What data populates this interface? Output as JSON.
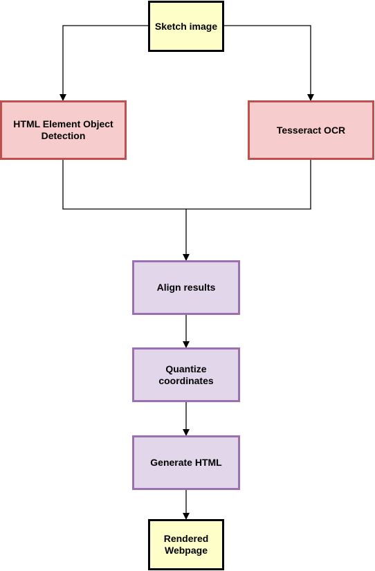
{
  "diagram": {
    "nodes": {
      "sketch_image": "Sketch image",
      "object_detection": "HTML Element Object\nDetection",
      "tesseract_ocr": "Tesseract OCR",
      "align_results": "Align results",
      "quantize_coordinates": "Quantize\ncoordinates",
      "generate_html": "Generate HTML",
      "rendered_webpage": "Rendered\nWebpage"
    },
    "edges": [
      {
        "from": "sketch_image",
        "to": "object_detection"
      },
      {
        "from": "sketch_image",
        "to": "tesseract_ocr"
      },
      {
        "from": "object_detection",
        "to": "align_results"
      },
      {
        "from": "tesseract_ocr",
        "to": "align_results"
      },
      {
        "from": "align_results",
        "to": "quantize_coordinates"
      },
      {
        "from": "quantize_coordinates",
        "to": "generate_html"
      },
      {
        "from": "generate_html",
        "to": "rendered_webpage"
      }
    ],
    "colors": {
      "io_fill": "#fefec8",
      "io_border": "#000000",
      "detection_fill": "#f7cccc",
      "detection_border": "#c0504d",
      "step_fill": "#e2d6ea",
      "step_border": "#9b6fb0",
      "connector": "#000000"
    }
  }
}
